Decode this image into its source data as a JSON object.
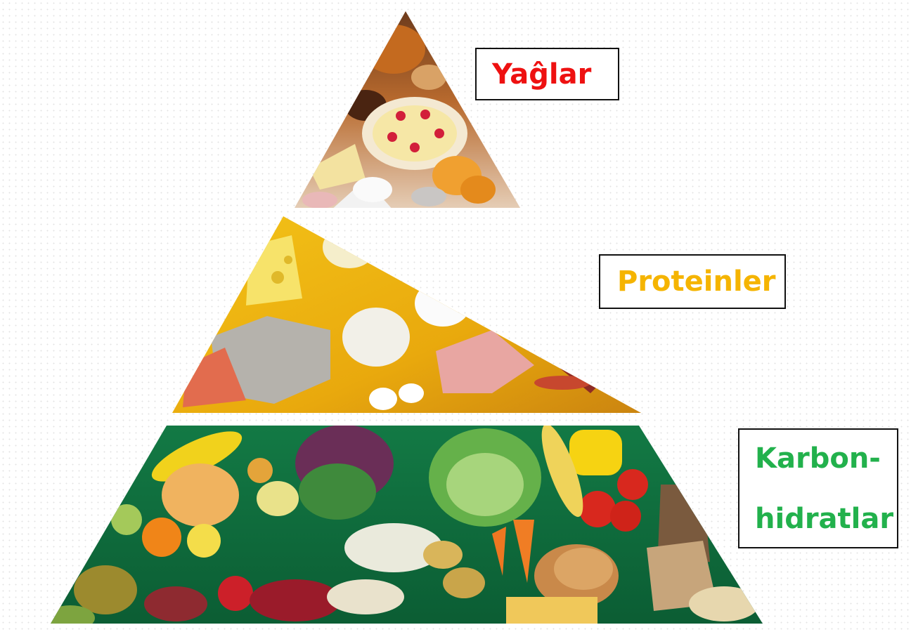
{
  "diagram": {
    "tiers": [
      {
        "id": "fats",
        "label": "Yaĝlar",
        "color": "#ee1111"
      },
      {
        "id": "proteins",
        "label": "Proteinler",
        "color": "#f5b400"
      },
      {
        "id": "carbs",
        "label_line1": "Karbon-",
        "label_line2": "hidratlar",
        "color": "#22b14c"
      }
    ]
  }
}
